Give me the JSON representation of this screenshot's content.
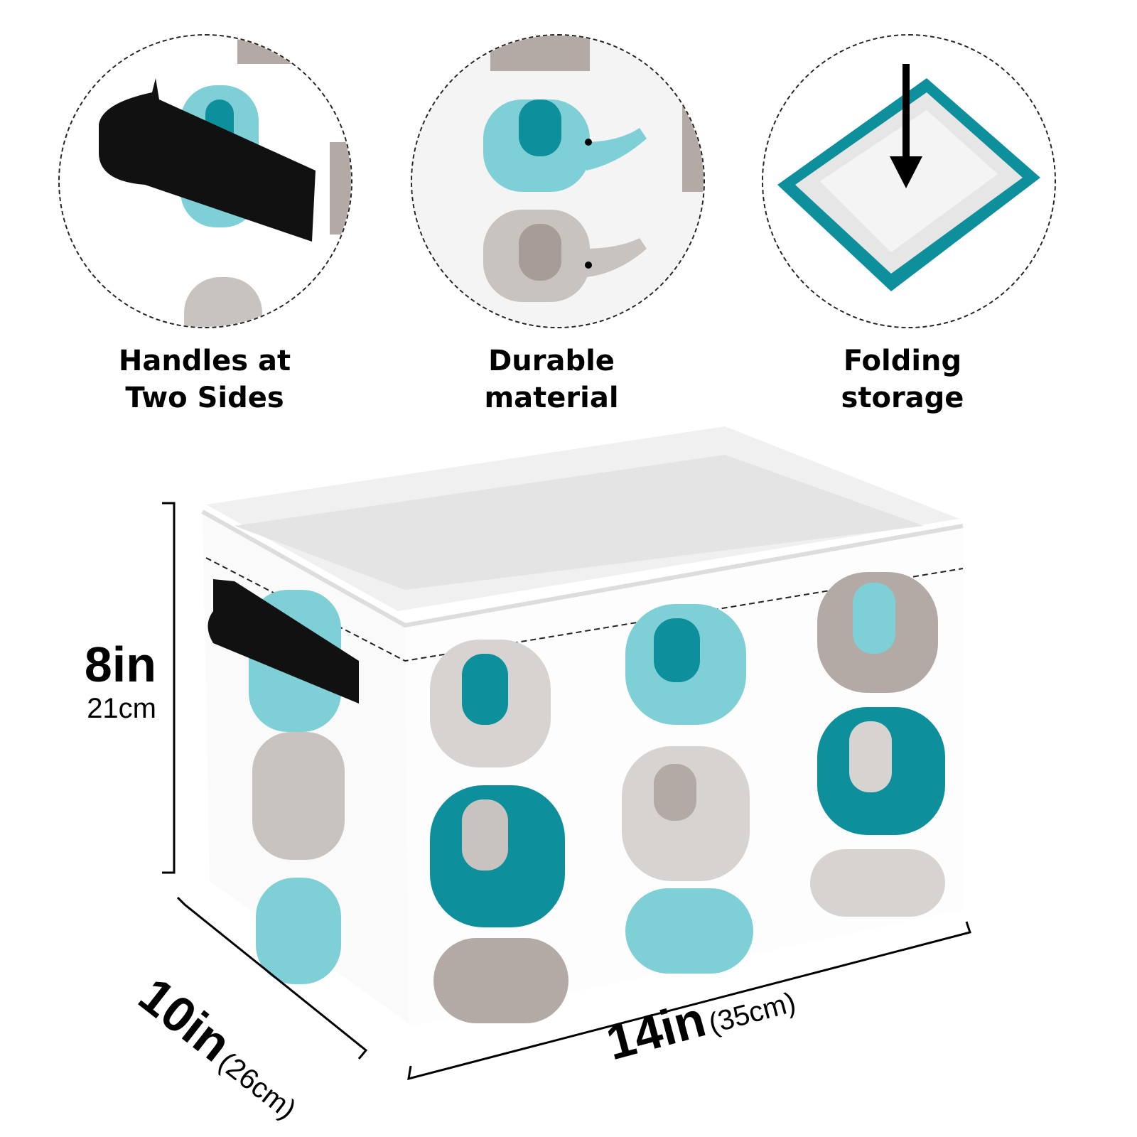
{
  "features": [
    {
      "line1": "Handles at",
      "line2": "Two Sides"
    },
    {
      "line1": "Durable",
      "line2": "material"
    },
    {
      "line1": "Folding",
      "line2": "storage"
    }
  ],
  "dimensions": {
    "height": {
      "imperial": "8in",
      "metric": "21cm"
    },
    "depth": {
      "imperial": "10in",
      "metric": "(26cm)"
    },
    "width": {
      "imperial": "14in",
      "metric": "(35cm)"
    }
  },
  "colors": {
    "teal": "#0e8f9c",
    "light_teal": "#7fcfd6",
    "grey": "#b3aaa6",
    "light_grey": "#d6d3d1",
    "handle": "#111111"
  }
}
